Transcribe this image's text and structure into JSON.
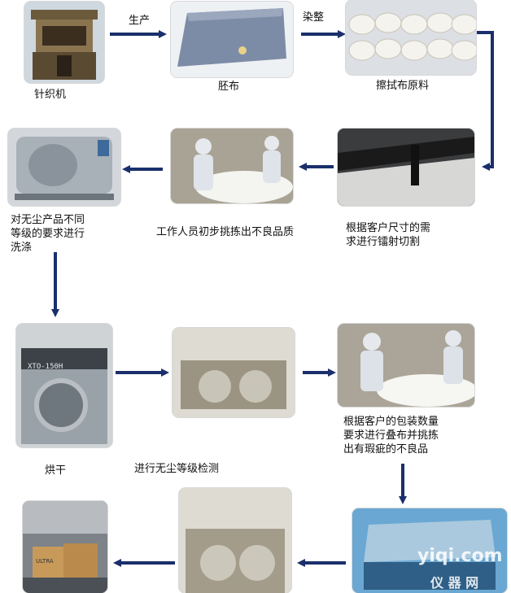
{
  "steps": {
    "knitting": "针织机",
    "greige": "胚布",
    "raw": "擦拭布原料",
    "laser": [
      "根据客户尺寸的需",
      "求进行镭射切割"
    ],
    "inspect1": "工作人员初步挑拣出不良品质",
    "wash": [
      "对无尘产品不同",
      "等级的要求进行",
      "洗涤"
    ],
    "dry": "烘干",
    "dustcheck": "进行无尘等级检测",
    "pack": [
      "根据客户的包装数量",
      "要求进行叠布并挑拣",
      "出有瑕疵的不良品"
    ]
  },
  "arrows": {
    "produce": "生产",
    "dye": "染整"
  },
  "machine_label": "XTO-150H",
  "box_label": "ULTRA",
  "watermark": {
    "latin": "yiqi.com",
    "cn": "仪 器 网"
  },
  "colors": {
    "arrow": "#1a2f6b"
  }
}
